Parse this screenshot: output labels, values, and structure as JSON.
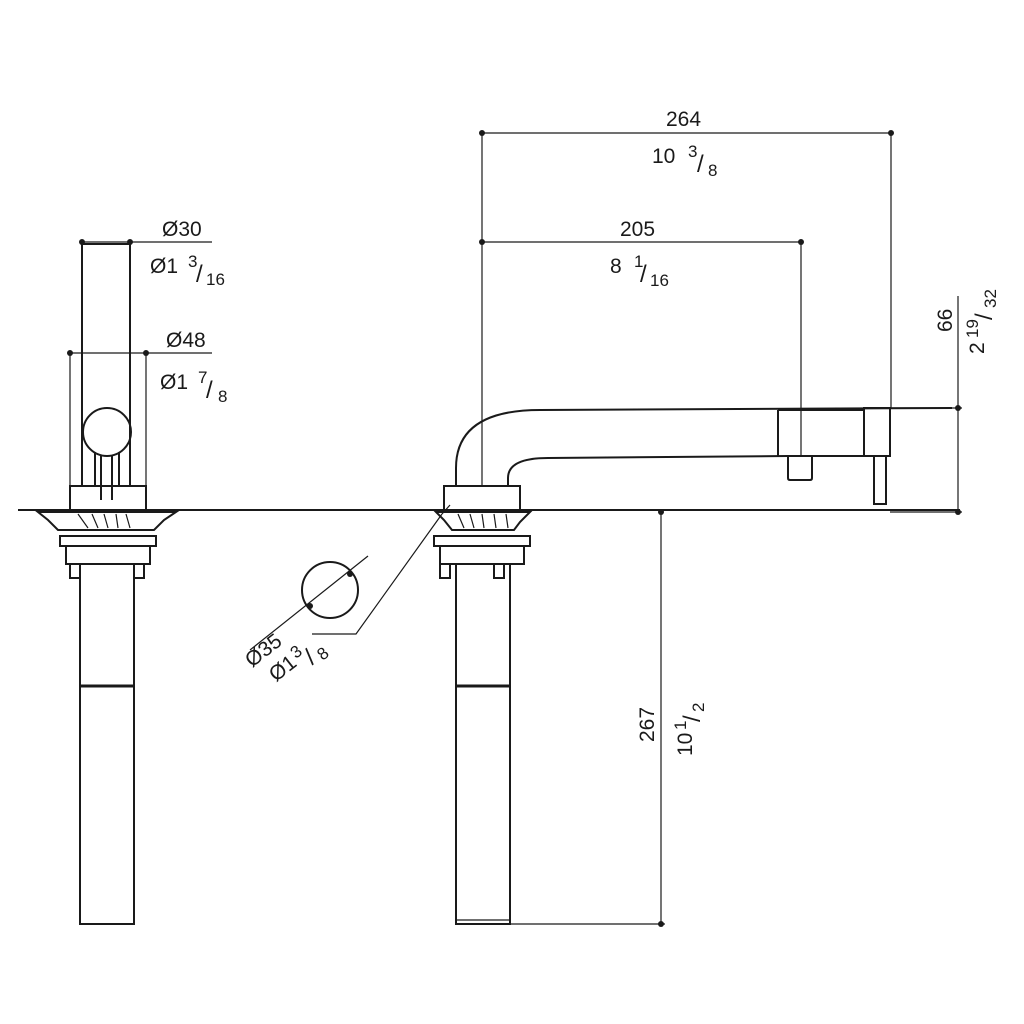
{
  "dimensions": {
    "side_dia_top": {
      "metric": "Ø30",
      "imperial_whole": "Ø1",
      "imperial_num": "3",
      "imperial_den": "16"
    },
    "side_dia_base": {
      "metric": "Ø48",
      "imperial_whole": "Ø1",
      "imperial_num": "7",
      "imperial_den": "8"
    },
    "hole_dia": {
      "metric": "Ø35",
      "imperial_whole": "Ø1",
      "imperial_num": "3",
      "imperial_den": "8"
    },
    "overall_reach": {
      "metric": "264",
      "imperial_whole": "10",
      "imperial_num": "3",
      "imperial_den": "8"
    },
    "spout_reach": {
      "metric": "205",
      "imperial_whole": "8",
      "imperial_num": "1",
      "imperial_den": "16"
    },
    "spout_height": {
      "metric": "66",
      "imperial_whole": "2",
      "imperial_num": "19",
      "imperial_den": "32"
    },
    "below_deck_length": {
      "metric": "267",
      "imperial_whole": "10",
      "imperial_num": "1",
      "imperial_den": "2"
    }
  }
}
